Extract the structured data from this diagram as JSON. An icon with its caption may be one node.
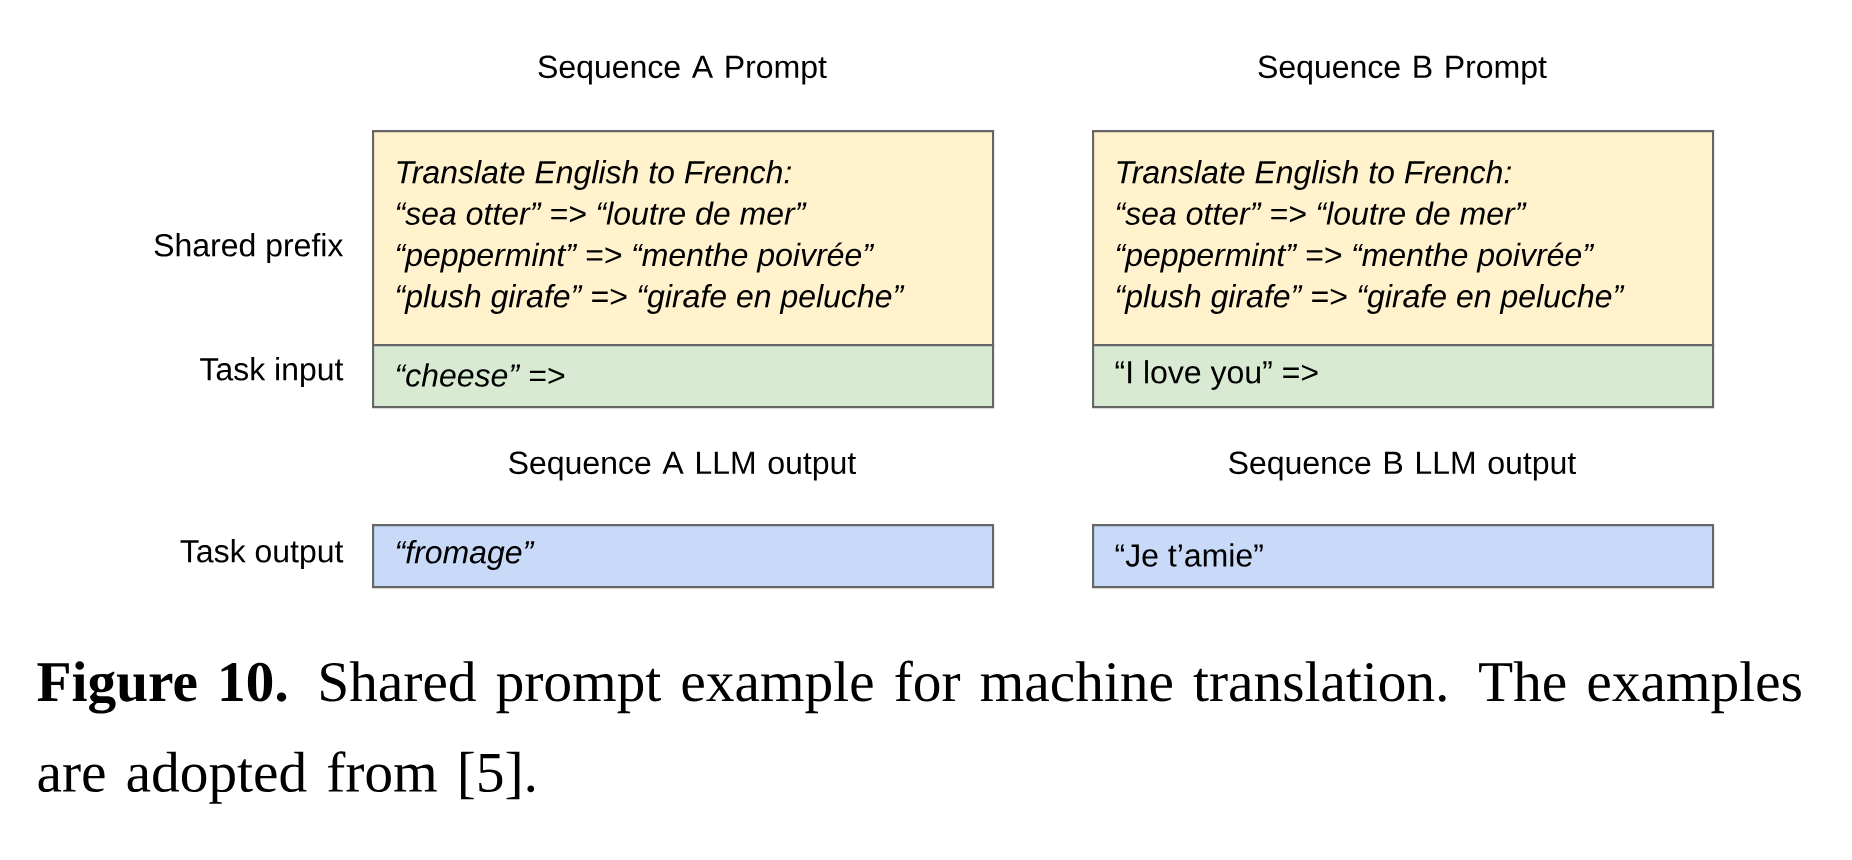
{
  "diagram": {
    "caption": "**Figure 10.** Shared prompt example for machine translation. The examples are adopted from [5].",
    "nodes": [
      {
        "text": [
          "Translate English to French:",
          "“sea otter” => “loutre de mer”",
          "“peppermint” => “menthe poivrée”",
          "“plush girafe” => “girafe en peluche”"
        ]
      },
      {
        "text": [
          "Translate English to French:",
          "“sea otter” => “loutre de mer”",
          "“peppermint” => “menthe poivrée”",
          "“plush girafe” => “girafe en peluche”"
        ]
      },
      {
        "text": [
          "“cheese” =>"
        ]
      },
      {
        "text": [
          "“I love you” =>"
        ]
      },
      {
        "text": [
          "“fromage”"
        ]
      },
      {
        "text": [
          "“Je t’amie”"
        ]
      }
    ],
    "labels": [
      "Sequence A Prompt",
      "Sequence B Prompt",
      "Shared prefix",
      "Task input",
      "Sequence A LLM output",
      "Sequence B LLM output",
      "Task output"
    ]
  }
}
